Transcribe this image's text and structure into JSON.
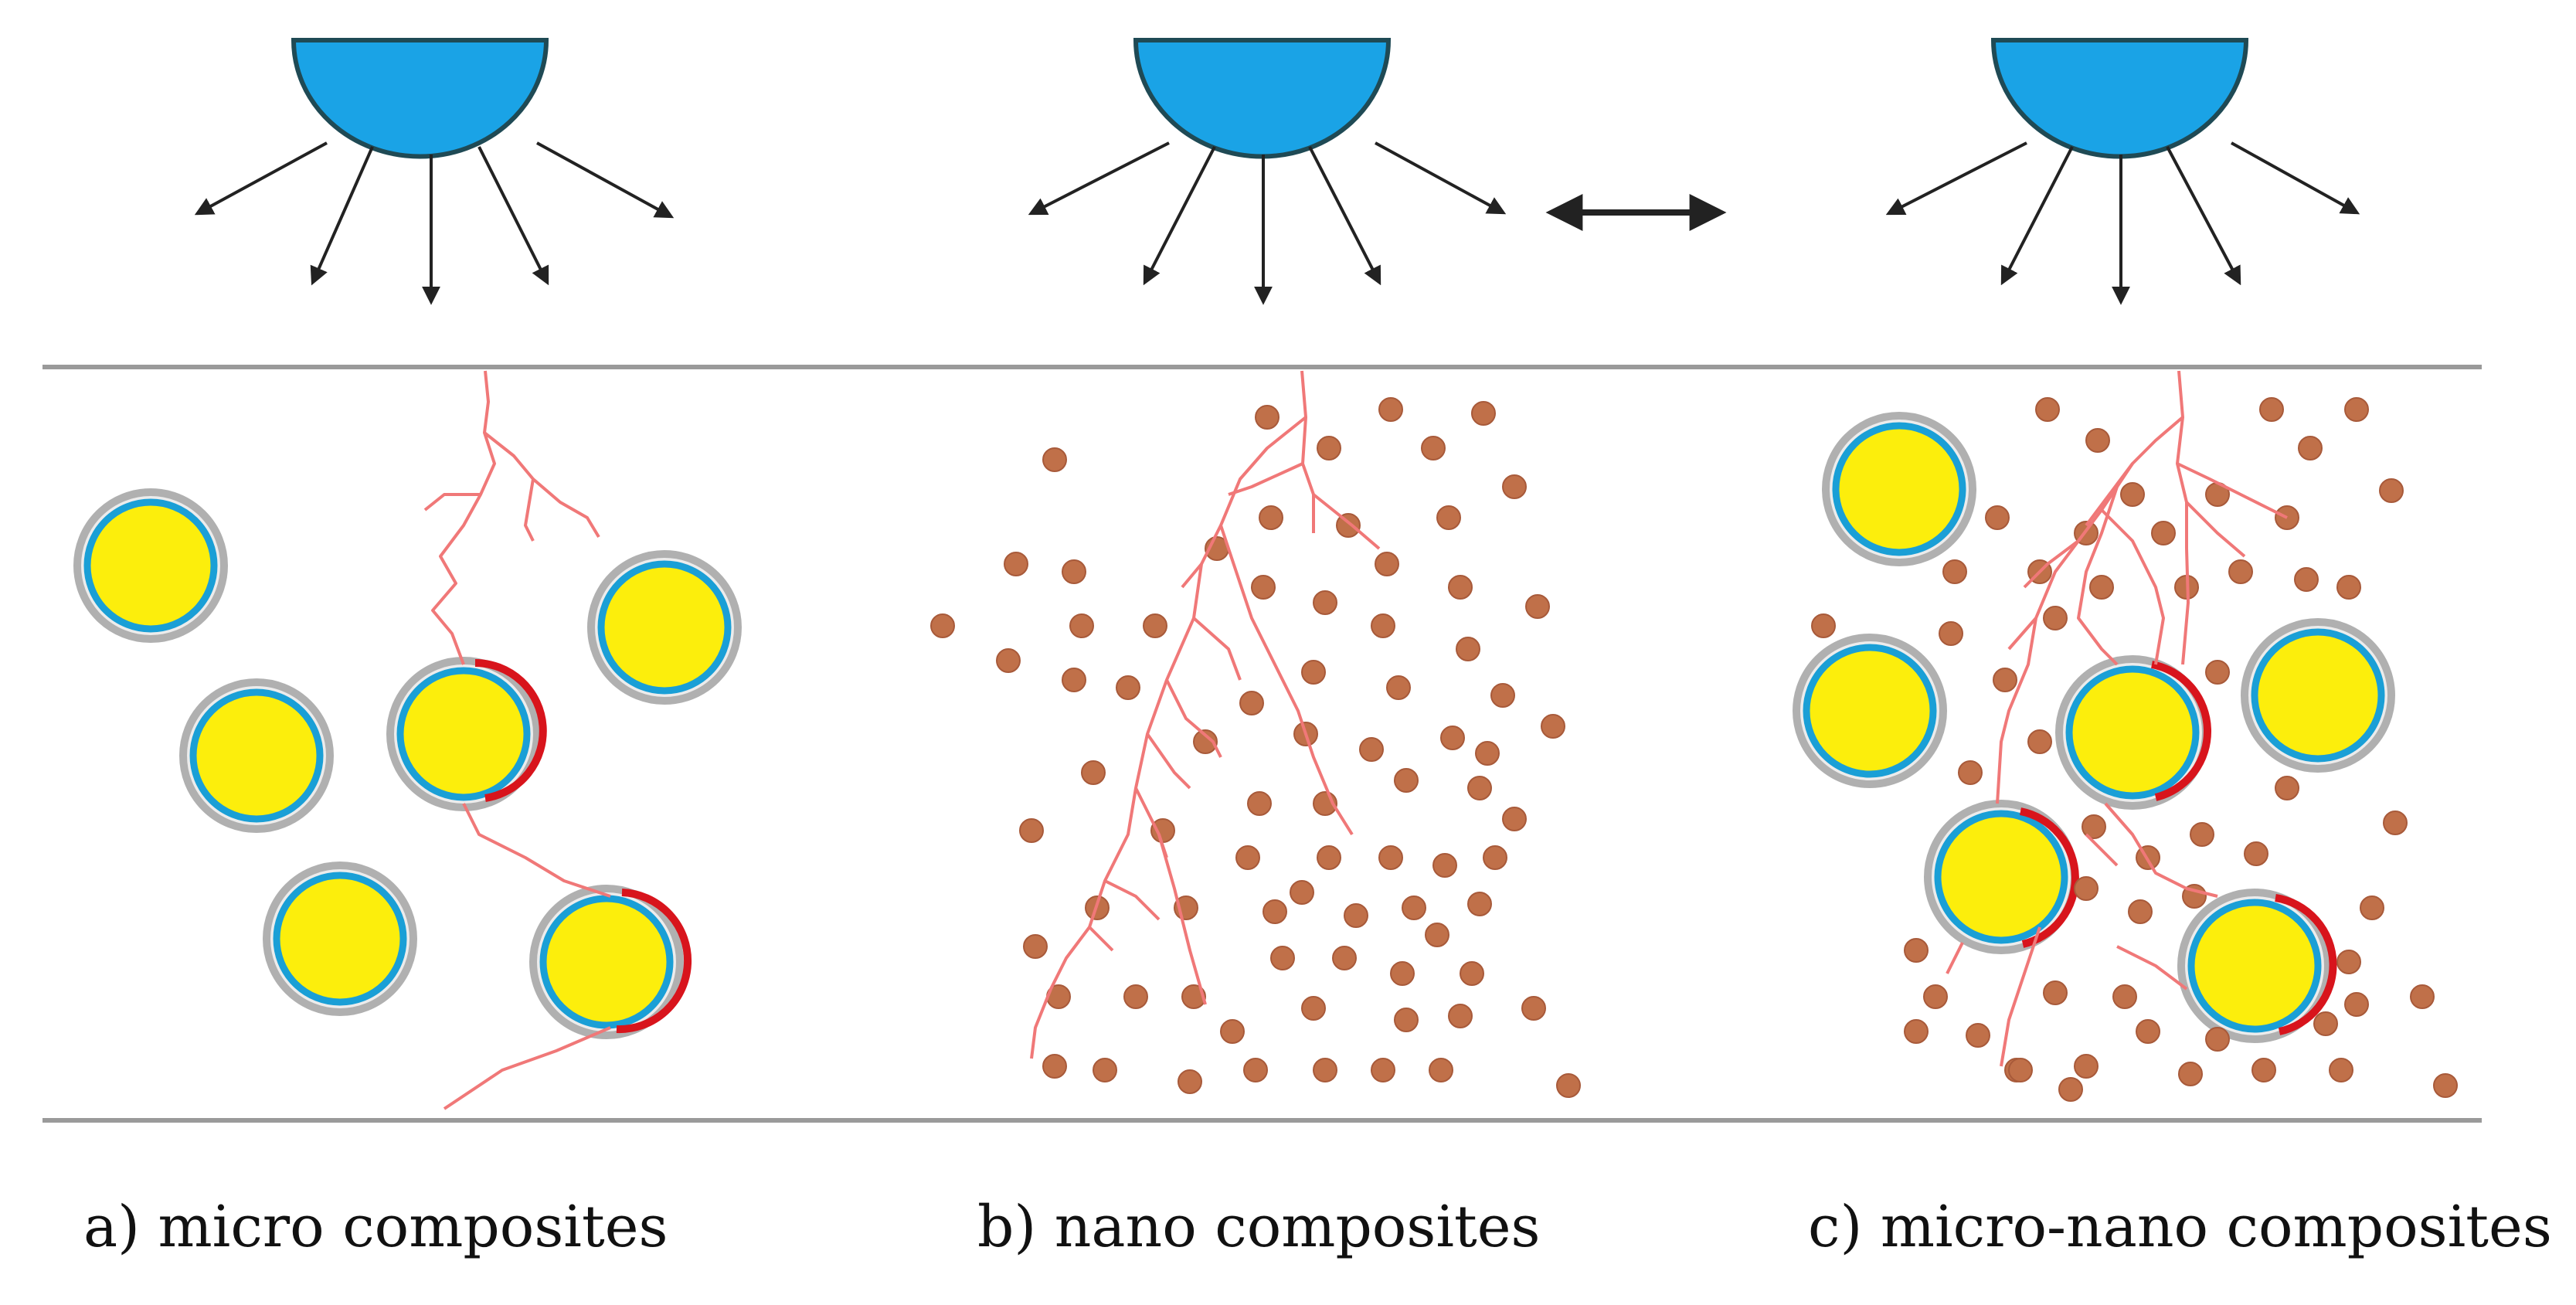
{
  "captions": {
    "a": "a) micro composites",
    "b": "b) nano composites",
    "c": "c) micro-nano composites"
  },
  "colors": {
    "electrode": "#1aa3e6",
    "electrode_outline": "#1f4a55",
    "micro_particle": "#fcee0c",
    "particle_ring": "#1a9fd6",
    "particle_halo": "#b0b0b0",
    "nano_particle": "#c07049",
    "tree_branch": "#f07878",
    "degraded_edge": "#d8141c",
    "arrow": "#222222",
    "layer_line": "#9a9a9a"
  },
  "icons": [
    "electrode-icon",
    "field-arrow-icon",
    "double-arrow-icon"
  ]
}
